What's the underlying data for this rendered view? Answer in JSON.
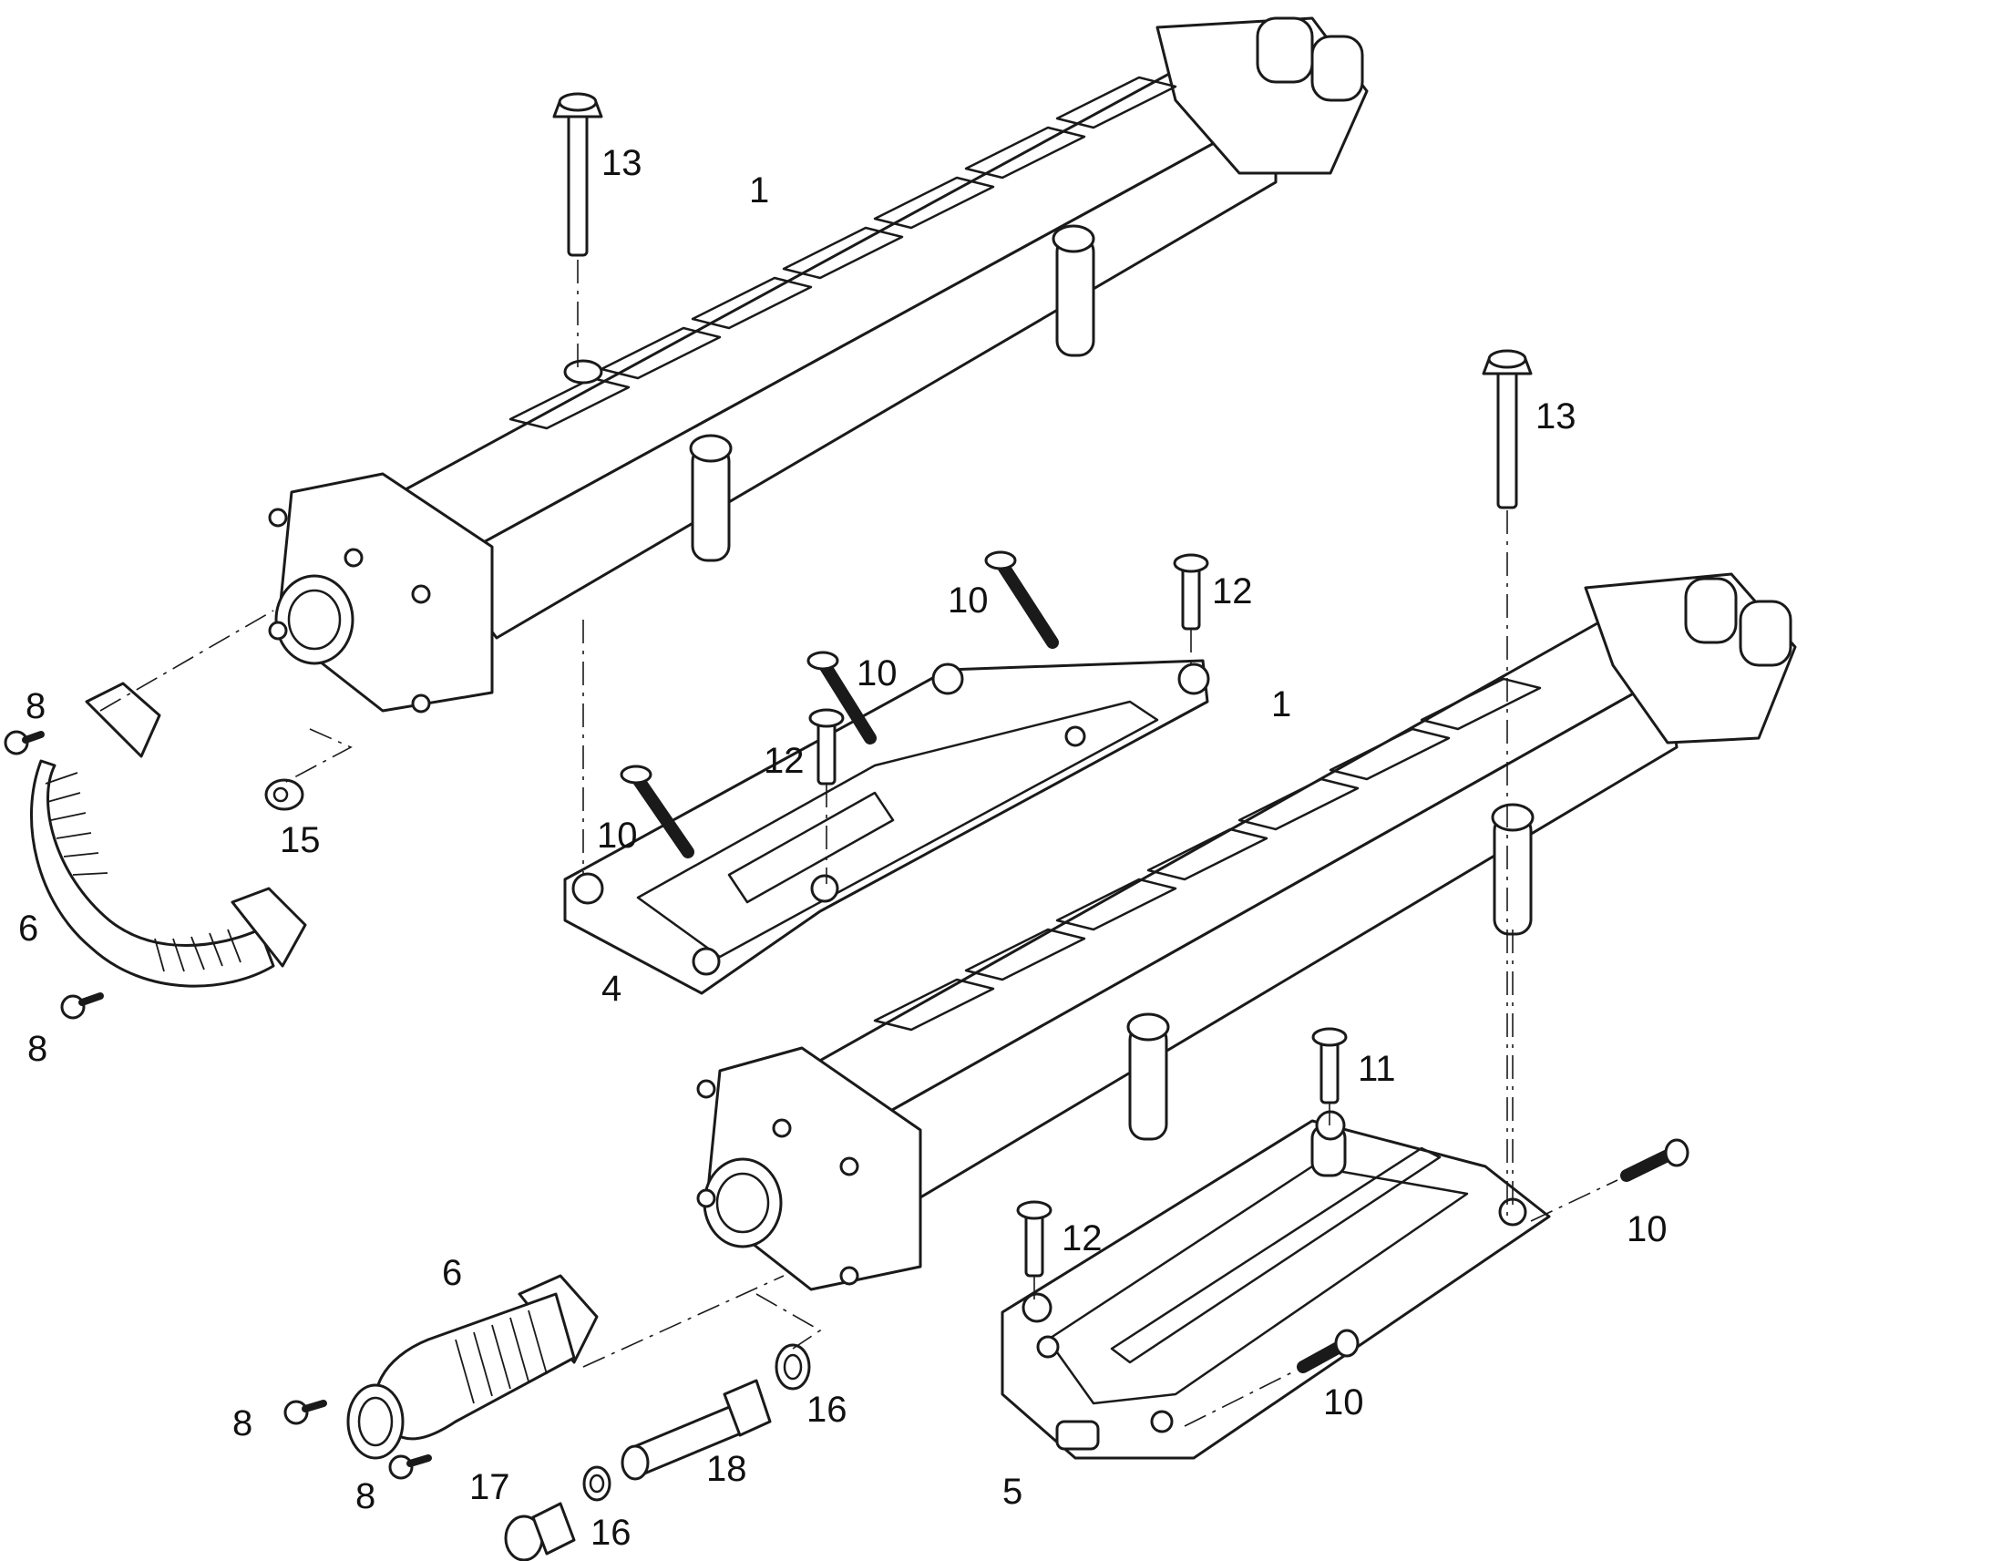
{
  "colors": {
    "line": "#1a1a1a",
    "background": "#ffffff"
  },
  "labels": [
    {
      "key": "l1a",
      "text": "1"
    },
    {
      "key": "l1b",
      "text": "1"
    },
    {
      "key": "l4",
      "text": "4"
    },
    {
      "key": "l5",
      "text": "5"
    },
    {
      "key": "l6a",
      "text": "6"
    },
    {
      "key": "l6b",
      "text": "6"
    },
    {
      "key": "l8a",
      "text": "8"
    },
    {
      "key": "l8b",
      "text": "8"
    },
    {
      "key": "l8c",
      "text": "8"
    },
    {
      "key": "l8d",
      "text": "8"
    },
    {
      "key": "l10a",
      "text": "10"
    },
    {
      "key": "l10b",
      "text": "10"
    },
    {
      "key": "l10c",
      "text": "10"
    },
    {
      "key": "l10d",
      "text": "10"
    },
    {
      "key": "l10e",
      "text": "10"
    },
    {
      "key": "l11",
      "text": "11"
    },
    {
      "key": "l12a",
      "text": "12"
    },
    {
      "key": "l12b",
      "text": "12"
    },
    {
      "key": "l12c",
      "text": "12"
    },
    {
      "key": "l13a",
      "text": "13"
    },
    {
      "key": "l13b",
      "text": "13"
    },
    {
      "key": "l15",
      "text": "15"
    },
    {
      "key": "l16a",
      "text": "16"
    },
    {
      "key": "l16b",
      "text": "16"
    },
    {
      "key": "l17",
      "text": "17"
    },
    {
      "key": "l18",
      "text": "18"
    }
  ]
}
